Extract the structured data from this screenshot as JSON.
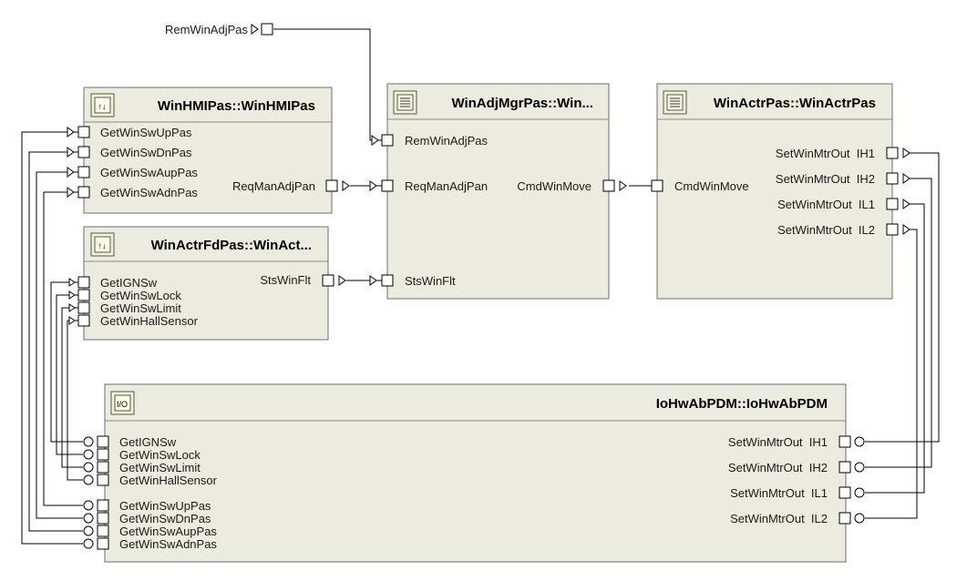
{
  "diagram": {
    "external_port": {
      "label": "RemWinAdjPas"
    },
    "components": {
      "hmi": {
        "title": "WinHMIPas::WinHMIPas",
        "icon": "switch-icon",
        "in_ports": [
          "GetWinSwUpPas",
          "GetWinSwDnPas",
          "GetWinSwAupPas",
          "GetWinSwAdnPas"
        ],
        "out_port": "ReqManAdjPan"
      },
      "fd": {
        "title": "WinActrFdPas::WinAct...",
        "icon": "switch-icon",
        "in_ports": [
          "GetIGNSw",
          "GetWinSwLock",
          "GetWinSwLimit",
          "GetWinHallSensor"
        ],
        "out_port": "StsWinFlt"
      },
      "mgr": {
        "title": "WinAdjMgrPas::Win...",
        "icon": "list-icon",
        "in_ports": [
          "RemWinAdjPas",
          "ReqManAdjPan",
          "StsWinFlt"
        ],
        "out_port": "CmdWinMove"
      },
      "actr": {
        "title": "WinActrPas::WinActrPas",
        "icon": "list-icon",
        "in_port": "CmdWinMove",
        "out_ports": [
          "SetWinMtrOut  IH1",
          "SetWinMtrOut  IH2",
          "SetWinMtrOut  IL1",
          "SetWinMtrOut  IL2"
        ]
      },
      "io": {
        "title": "IoHwAbPDM::IoHwAbPDM",
        "icon": "io-icon",
        "icon_text": "I/O",
        "left_ports_a": [
          "GetIGNSw",
          "GetWinSwLock",
          "GetWinSwLimit",
          "GetWinHallSensor"
        ],
        "left_ports_b": [
          "GetWinSwUpPas",
          "GetWinSwDnPas",
          "GetWinSwAupPas",
          "GetWinSwAdnPas"
        ],
        "right_ports": [
          "SetWinMtrOut  IH1",
          "SetWinMtrOut  IH2",
          "SetWinMtrOut  IL1",
          "SetWinMtrOut  IL2"
        ]
      }
    }
  }
}
